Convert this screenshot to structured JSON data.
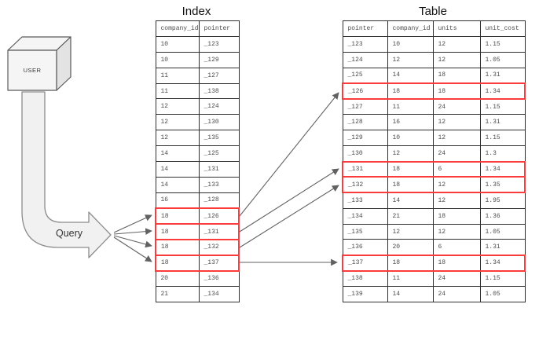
{
  "diagram": {
    "user_label": "USER",
    "query_label": "Query",
    "colors": {
      "highlight": "#fa3c3c",
      "table_border": "#2e2e2e",
      "cell_text": "#4d4d4d",
      "arrow": "#616161",
      "shape_fill": "#f1f1f1",
      "shape_stroke": "#8c8c8c"
    }
  },
  "index_table": {
    "title": "Index",
    "columns": [
      "company_id",
      "pointer"
    ],
    "rows": [
      [
        "10",
        "_123"
      ],
      [
        "10",
        "_129"
      ],
      [
        "11",
        "_127"
      ],
      [
        "11",
        "_138"
      ],
      [
        "12",
        "_124"
      ],
      [
        "12",
        "_130"
      ],
      [
        "12",
        "_135"
      ],
      [
        "14",
        "_125"
      ],
      [
        "14",
        "_131"
      ],
      [
        "14",
        "_133"
      ],
      [
        "16",
        "_128"
      ],
      [
        "18",
        "_126"
      ],
      [
        "18",
        "_131"
      ],
      [
        "18",
        "_132"
      ],
      [
        "18",
        "_137"
      ],
      [
        "20",
        "_136"
      ],
      [
        "21",
        "_134"
      ]
    ],
    "highlighted_rows": [
      11,
      12,
      13,
      14
    ]
  },
  "data_table": {
    "title": "Table",
    "columns": [
      "pointer",
      "company_id",
      "units",
      "unit_cost"
    ],
    "rows": [
      [
        "_123",
        "10",
        "12",
        "1.15"
      ],
      [
        "_124",
        "12",
        "12",
        "1.05"
      ],
      [
        "_125",
        "14",
        "18",
        "1.31"
      ],
      [
        "_126",
        "18",
        "18",
        "1.34"
      ],
      [
        "_127",
        "11",
        "24",
        "1.15"
      ],
      [
        "_128",
        "16",
        "12",
        "1.31"
      ],
      [
        "_129",
        "10",
        "12",
        "1.15"
      ],
      [
        "_130",
        "12",
        "24",
        "1.3"
      ],
      [
        "_131",
        "18",
        "6",
        "1.34"
      ],
      [
        "_132",
        "18",
        "12",
        "1.35"
      ],
      [
        "_133",
        "14",
        "12",
        "1.95"
      ],
      [
        "_134",
        "21",
        "18",
        "1.36"
      ],
      [
        "_135",
        "12",
        "12",
        "1.05"
      ],
      [
        "_136",
        "20",
        "6",
        "1.31"
      ],
      [
        "_137",
        "18",
        "18",
        "1.34"
      ],
      [
        "_138",
        "11",
        "24",
        "1.15"
      ],
      [
        "_139",
        "14",
        "24",
        "1.05"
      ]
    ],
    "highlighted_rows": [
      3,
      8,
      9,
      14
    ]
  }
}
